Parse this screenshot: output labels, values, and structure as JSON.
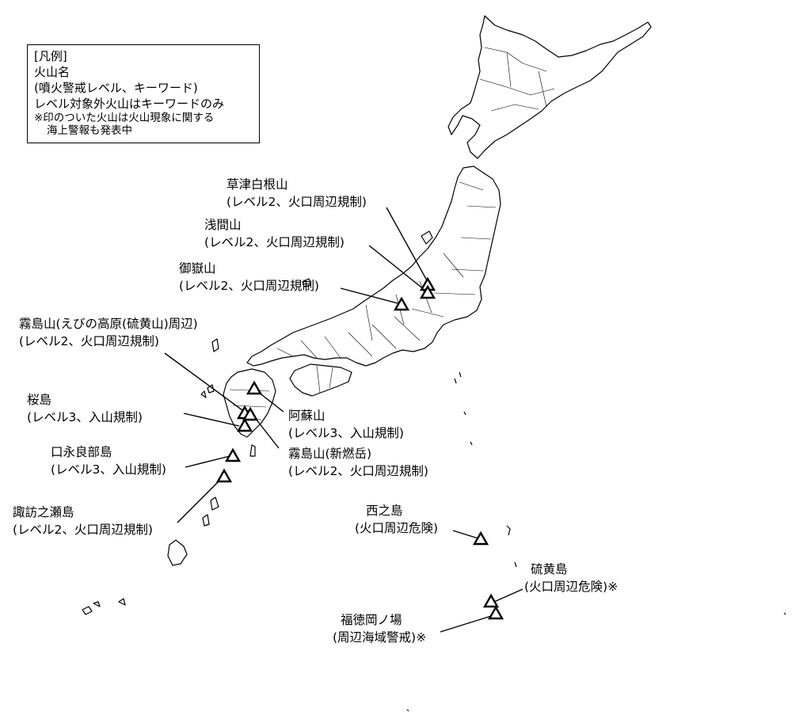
{
  "legend": {
    "title": "[凡例]",
    "line1": "火山名",
    "line2": "(噴火警戒レベル、キーワード)",
    "line3": "レベル対象外火山はキーワードのみ",
    "note1": "※印のついた火山は火山現象に関する",
    "note2": "海上警報も発表中"
  },
  "volcanoes": {
    "kusatsu": {
      "name": "草津白根山",
      "status": "(レベル2、火口周辺規制)"
    },
    "asama": {
      "name": "浅間山",
      "status": "(レベル2、火口周辺規制)"
    },
    "ontake": {
      "name": "御嶽山",
      "status": "(レベル2、火口周辺規制)"
    },
    "kirishima_e": {
      "name": "霧島山(えびの高原(硫黄山)周辺)",
      "status": "(レベル2、火口周辺規制)"
    },
    "sakurajima": {
      "name": "桜島",
      "status": "(レベル3、入山規制)"
    },
    "aso": {
      "name": "阿蘇山",
      "status": "(レベル3、入山規制)"
    },
    "kuchinoerabu": {
      "name": "口永良部島",
      "status": "(レベル3、入山規制)"
    },
    "kirishima_s": {
      "name": "霧島山(新燃岳)",
      "status": "(レベル2、火口周辺規制)"
    },
    "suwanose": {
      "name": "諏訪之瀬島",
      "status": "(レベル2、火口周辺規制)"
    },
    "nishinoshima": {
      "name": "西之島",
      "status": "(火口周辺危険)"
    },
    "iwoto": {
      "name": "硫黄島",
      "status": "(火口周辺危険)※"
    },
    "fukutoku": {
      "name": "福徳岡ノ場",
      "status": "(周辺海域警戒)※"
    }
  }
}
